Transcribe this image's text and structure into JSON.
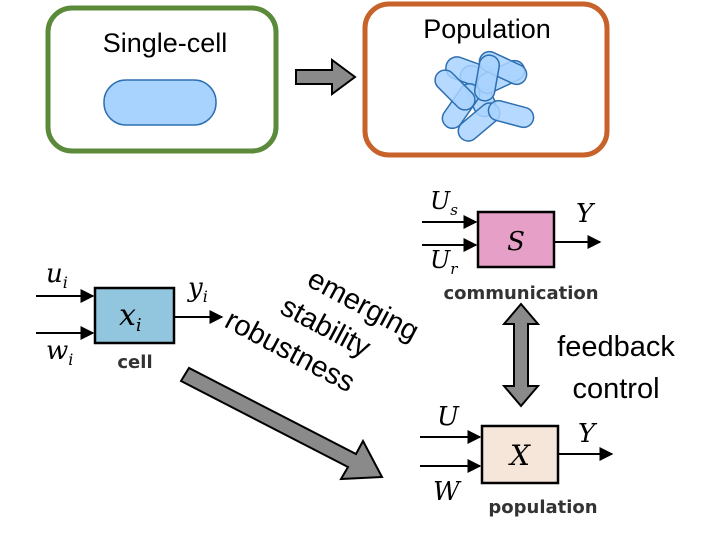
{
  "top": {
    "single_cell_label": "Single-cell",
    "population_label": "Population"
  },
  "cell_block": {
    "state": "x",
    "state_sub": "i",
    "input_u": "u",
    "input_u_sub": "i",
    "input_w": "w",
    "input_w_sub": "i",
    "output_y": "y",
    "output_y_sub": "i",
    "caption": "cell"
  },
  "diagonal_text": {
    "line1": "emerging",
    "line2": "stability",
    "line3": "robustness"
  },
  "comm_block": {
    "state": "S",
    "input_us": "U",
    "input_us_sub": "s",
    "input_ur": "U",
    "input_ur_sub": "r",
    "output": "Y",
    "caption": "communication"
  },
  "feedback": {
    "line1": "feedback",
    "line2": "control"
  },
  "pop_block": {
    "state": "X",
    "input_u": "U",
    "input_w": "W",
    "output": "Y",
    "caption": "population"
  },
  "colors": {
    "single_cell_border": "#5b8a3a",
    "population_border": "#c6622a",
    "cell_fill": "#a9d3ff",
    "cell_stroke": "#2e6fb0",
    "cell_block_fill": "#92c5de",
    "comm_block_fill": "#e6a0c8",
    "pop_block_fill": "#f6e6da",
    "arrow_gray": "#8a8a8a"
  }
}
